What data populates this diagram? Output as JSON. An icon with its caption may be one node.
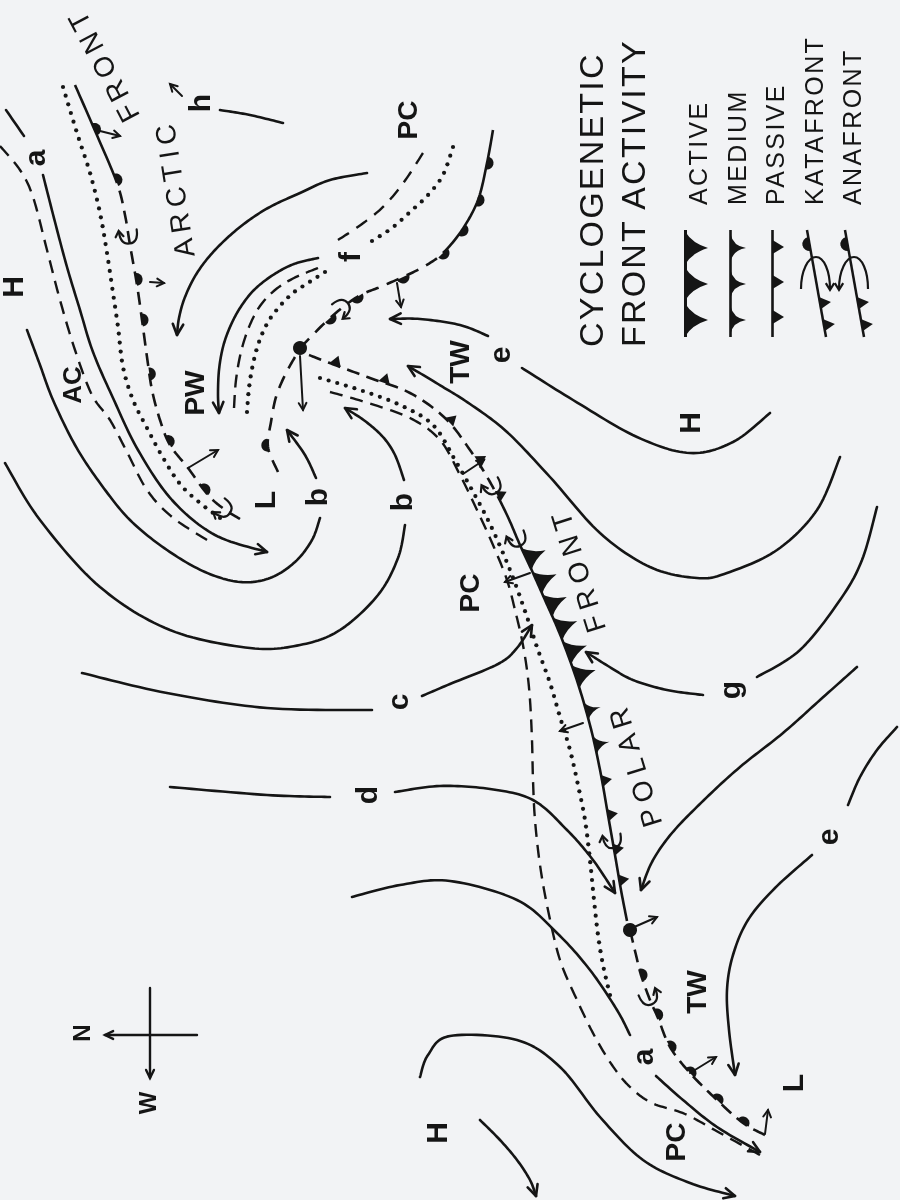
{
  "diagram": {
    "labels": [
      "h",
      "PC",
      "ARCTIC",
      "FRONT",
      "a",
      "CYCLOGENETIC FRONT ACTIVITY",
      "f",
      "H",
      "TW",
      "e",
      "AC",
      "PW",
      "H",
      "b",
      "L",
      "b",
      "PC",
      "POLAR",
      "FRONT",
      "g",
      "c",
      "d",
      "e",
      "TW",
      "N",
      "a",
      "L",
      "W",
      "H",
      "PC"
    ],
    "legend": [
      {
        "text": "ACTIVE"
      },
      {
        "text": "MEDIUM"
      },
      {
        "text": "PASSIVE"
      },
      {
        "text": "KATAFRONT"
      },
      {
        "text": "ANAFRONT"
      }
    ]
  }
}
